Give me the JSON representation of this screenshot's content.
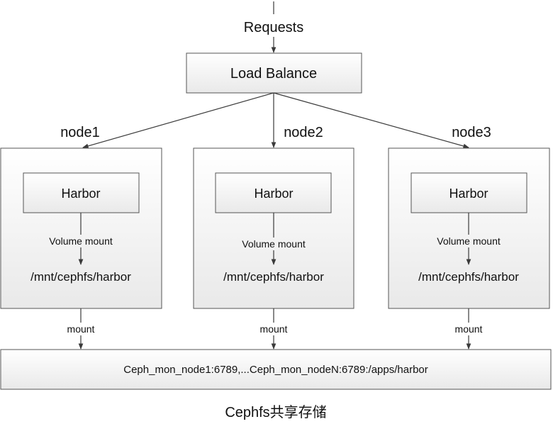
{
  "requests_label": "Requests",
  "load_balancer_label": "Load Balance",
  "nodes": [
    {
      "name": "node1",
      "app_label": "Harbor",
      "volume_label": "Volume mount",
      "path_label": "/mnt/cephfs/harbor",
      "mount_label": "mount"
    },
    {
      "name": "node2",
      "app_label": "Harbor",
      "volume_label": "Volume mount",
      "path_label": "/mnt/cephfs/harbor",
      "mount_label": "mount"
    },
    {
      "name": "node3",
      "app_label": "Harbor",
      "volume_label": "Volume mount",
      "path_label": "/mnt/cephfs/harbor",
      "mount_label": "mount"
    }
  ],
  "storage_label": "Ceph_mon_node1:6789,...Ceph_mon_nodeN:6789:/apps/harbor",
  "caption": "Cephfs共享存储",
  "colors": {
    "box_fill_gradient_top": "#ffffff",
    "box_fill_gradient_bottom": "#e9e9e9",
    "border": "#555555",
    "line": "#3a3a3a",
    "text": "#111111"
  }
}
